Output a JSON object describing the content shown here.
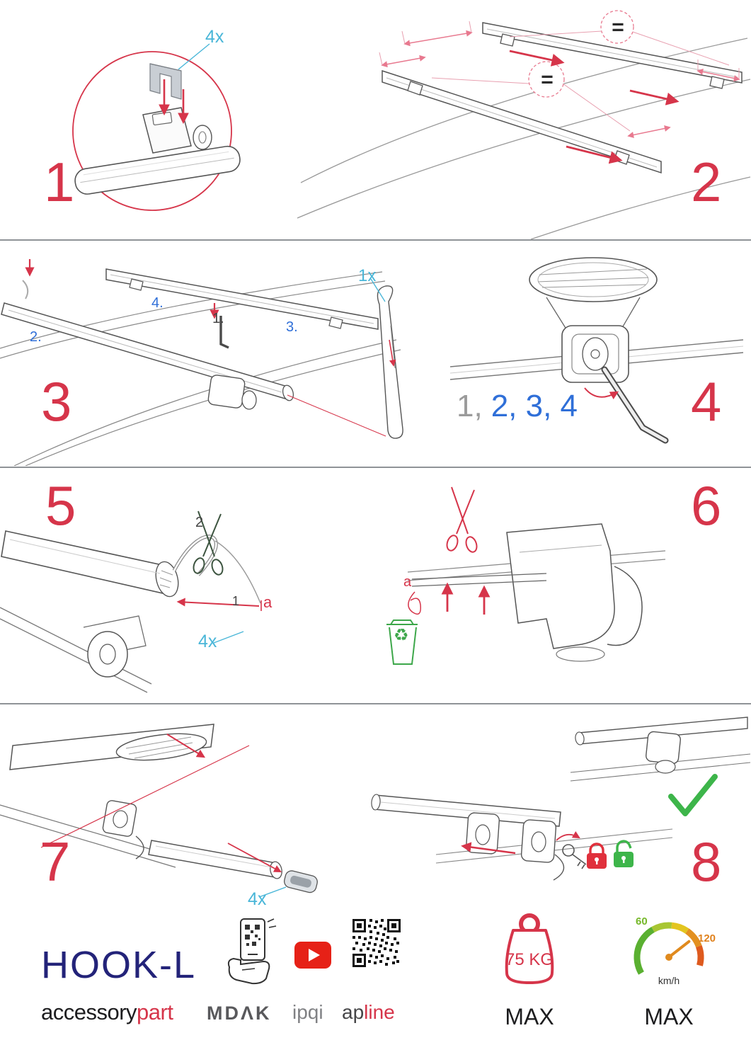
{
  "colors": {
    "step_red": "#d6354a",
    "cyan": "#49b6d8",
    "blue": "#2f6fd8",
    "navy": "#232379",
    "green": "#3db54a",
    "gauge_orange": "#e0821e",
    "gauge_green": "#76b82a"
  },
  "steps": {
    "s1": {
      "number": "1",
      "qty": "4x"
    },
    "s2": {
      "number": "2",
      "equals": "="
    },
    "s3": {
      "number": "3",
      "qty": "1x",
      "label_1": "1.",
      "label_2": "2.",
      "label_3": "3.",
      "label_4": "4."
    },
    "s4": {
      "number": "4",
      "seq_first": "1,",
      "seq_rest": "2, 3, 4"
    },
    "s5": {
      "number": "5",
      "label_1": "1",
      "label_2": "2",
      "label_a": "a",
      "qty": "4x"
    },
    "s6": {
      "number": "6",
      "label_a": "a",
      "recycle_icon": "♻"
    },
    "s7": {
      "number": "7",
      "qty": "4x"
    },
    "s8": {
      "number": "8"
    }
  },
  "footer": {
    "product": "HOOK-L",
    "brand_black": "accessory",
    "brand_red": "part",
    "logo_mdak": "MDΛK",
    "logo_ipqi": "ipqi",
    "logo_apline_dark": "ap",
    "logo_apline_red": "line",
    "weight_value": "75 KG",
    "weight_max": "MAX",
    "speed_low": "60",
    "speed_high": "120",
    "speed_unit": "km/h",
    "speed_max": "MAX"
  }
}
